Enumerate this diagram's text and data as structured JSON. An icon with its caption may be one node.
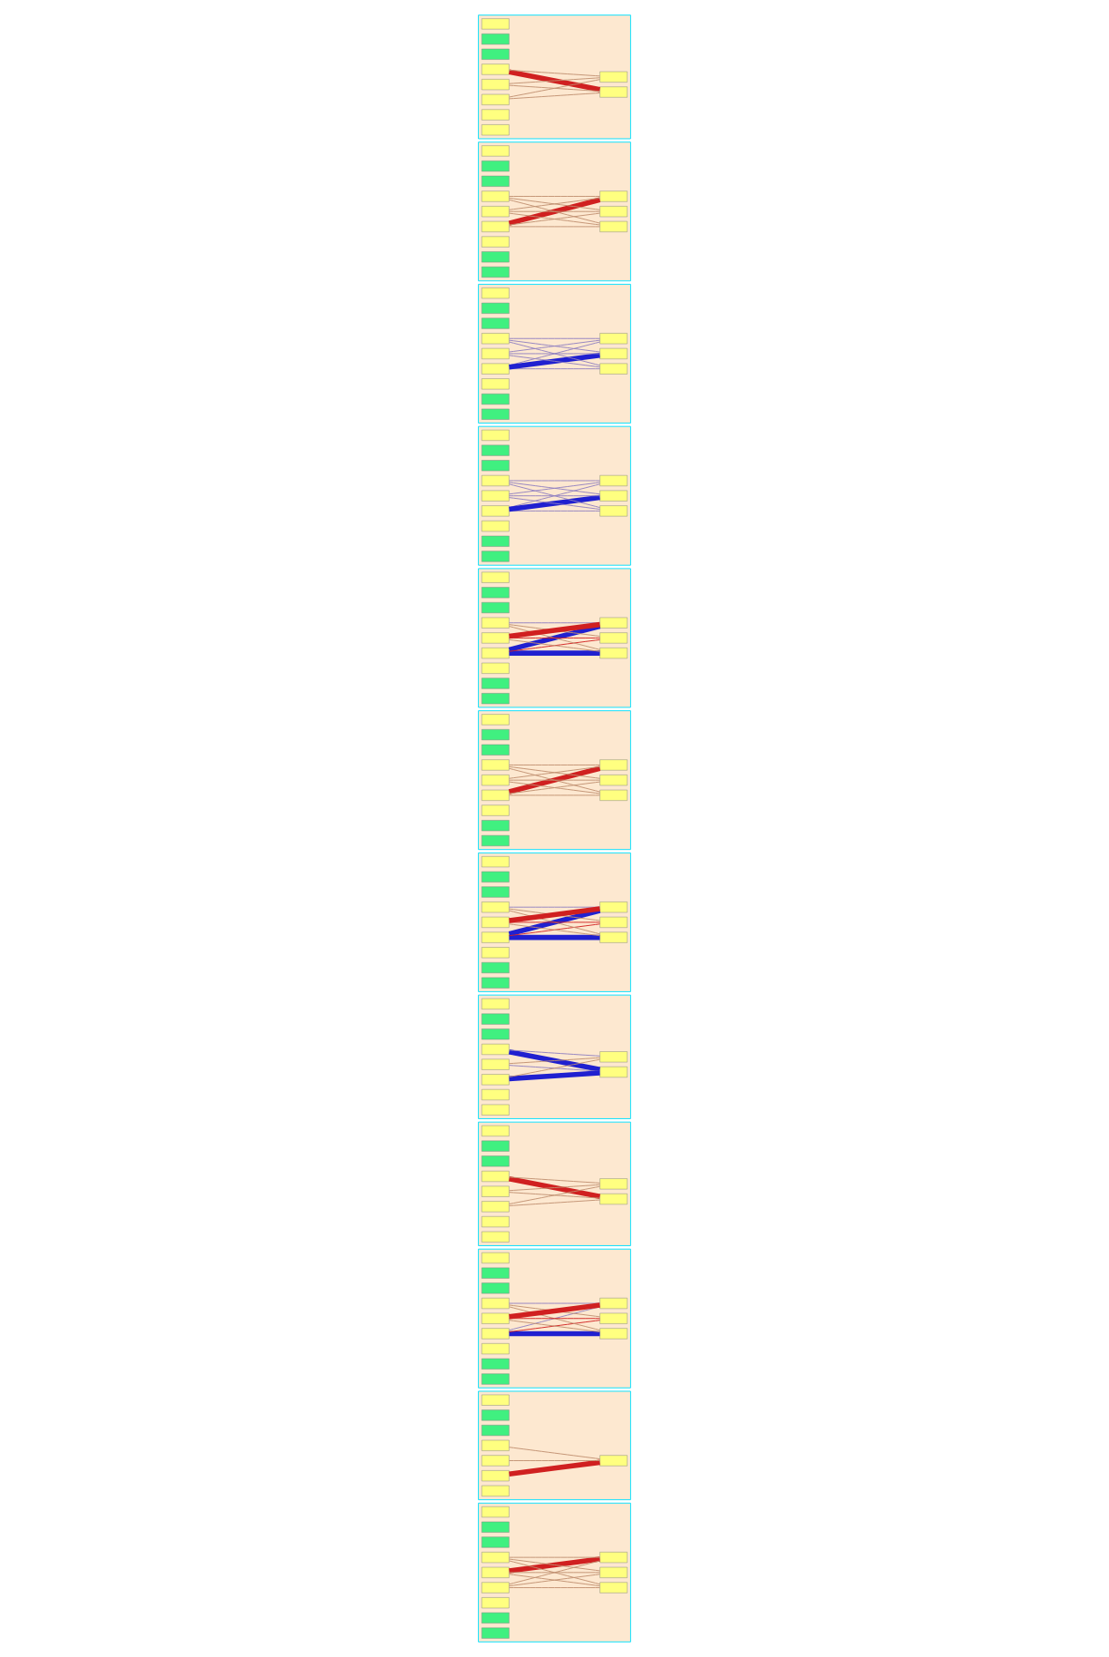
{
  "diagram": {
    "nodes": [
      {
        "text": [],
        "shape": "box"
      },
      {
        "text": [],
        "shape": "box",
        "in": 0
      },
      {
        "text": [],
        "shape": "box",
        "in": 0
      },
      {
        "text": [],
        "shape": "box",
        "in": 0
      },
      {
        "text": [],
        "shape": "box",
        "in": 0
      },
      {
        "text": [],
        "shape": "box",
        "in": 0
      },
      {
        "text": [],
        "shape": "box",
        "in": 0
      },
      {
        "text": [],
        "shape": "box",
        "in": 0
      },
      {
        "text": [],
        "shape": "box",
        "in": 0
      },
      {
        "text": [],
        "shape": "box",
        "in": 0
      },
      {
        "text": [],
        "shape": "box",
        "in": 0
      },
      {
        "text": [],
        "shape": "box"
      },
      {
        "text": [],
        "shape": "box",
        "in": 11
      },
      {
        "text": [],
        "shape": "box",
        "in": 11
      },
      {
        "text": [],
        "shape": "box",
        "in": 11
      },
      {
        "text": [],
        "shape": "box",
        "in": 11
      },
      {
        "text": [],
        "shape": "box",
        "in": 11
      },
      {
        "text": [],
        "shape": "box",
        "in": 11
      },
      {
        "text": [],
        "shape": "box",
        "in": 11
      },
      {
        "text": [],
        "shape": "box",
        "in": 11
      },
      {
        "text": [],
        "shape": "box",
        "in": 11
      },
      {
        "text": [],
        "shape": "box",
        "in": 11
      },
      {
        "text": [],
        "shape": "box",
        "in": 11
      },
      {
        "text": [],
        "shape": "box",
        "in": 11
      },
      {
        "text": [],
        "shape": "box"
      },
      {
        "text": [],
        "shape": "box",
        "in": 24
      },
      {
        "text": [],
        "shape": "box",
        "in": 24
      },
      {
        "text": [],
        "shape": "box",
        "in": 24
      },
      {
        "text": [],
        "shape": "box",
        "in": 24
      },
      {
        "text": [],
        "shape": "box",
        "in": 24
      },
      {
        "text": [],
        "shape": "box",
        "in": 24
      },
      {
        "text": [],
        "shape": "box",
        "in": 24
      },
      {
        "text": [],
        "shape": "box",
        "in": 24
      },
      {
        "text": [],
        "shape": "box",
        "in": 24
      },
      {
        "text": [],
        "shape": "box",
        "in": 24
      },
      {
        "text": [],
        "shape": "box",
        "in": 24
      },
      {
        "text": [],
        "shape": "box",
        "in": 24
      },
      {
        "text": [],
        "shape": "box"
      },
      {
        "text": [],
        "shape": "box",
        "in": 37
      },
      {
        "text": [],
        "shape": "box",
        "in": 37
      },
      {
        "text": [],
        "shape": "box",
        "in": 37
      },
      {
        "text": [],
        "shape": "box",
        "in": 37
      },
      {
        "text": [],
        "shape": "box",
        "in": 37
      },
      {
        "text": [],
        "shape": "box",
        "in": 37
      },
      {
        "text": [],
        "shape": "box",
        "in": 37
      },
      {
        "text": [],
        "shape": "box",
        "in": 37
      },
      {
        "text": [],
        "shape": "box",
        "in": 37
      },
      {
        "text": [],
        "shape": "box",
        "in": 37
      },
      {
        "text": [],
        "shape": "box",
        "in": 37
      },
      {
        "text": [],
        "shape": "box",
        "in": 37
      },
      {
        "text": [],
        "shape": "box"
      },
      {
        "text": [],
        "shape": "box",
        "in": 50
      },
      {
        "text": [],
        "shape": "box",
        "in": 50
      },
      {
        "text": [],
        "shape": "box",
        "in": 50
      },
      {
        "text": [],
        "shape": "box",
        "in": 50
      },
      {
        "text": [],
        "shape": "box",
        "in": 50
      },
      {
        "text": [],
        "shape": "box",
        "in": 50
      },
      {
        "text": [],
        "shape": "box",
        "in": 50
      },
      {
        "text": [],
        "shape": "box",
        "in": 50
      },
      {
        "text": [],
        "shape": "box",
        "in": 50
      },
      {
        "text": [],
        "shape": "box",
        "in": 50
      },
      {
        "text": [],
        "shape": "box",
        "in": 50
      },
      {
        "text": [],
        "shape": "box",
        "in": 50
      },
      {
        "text": [],
        "shape": "box"
      },
      {
        "text": [],
        "shape": "box",
        "in": 63
      },
      {
        "text": [],
        "shape": "box",
        "in": 63
      },
      {
        "text": [],
        "shape": "box",
        "in": 63
      },
      {
        "text": [],
        "shape": "box",
        "in": 63
      },
      {
        "text": [],
        "shape": "box",
        "in": 63
      },
      {
        "text": [],
        "shape": "box",
        "in": 63
      },
      {
        "text": [],
        "shape": "box",
        "in": 63
      },
      {
        "text": [],
        "shape": "box",
        "in": 63
      },
      {
        "text": [],
        "shape": "box",
        "in": 63
      },
      {
        "text": [],
        "shape": "box",
        "in": 63
      },
      {
        "text": [],
        "shape": "box",
        "in": 63
      },
      {
        "text": [],
        "shape": "box",
        "in": 63
      },
      {
        "text": [],
        "shape": "box"
      },
      {
        "text": [],
        "shape": "box",
        "in": 76
      },
      {
        "text": [],
        "shape": "box",
        "in": 76
      },
      {
        "text": [],
        "shape": "box",
        "in": 76
      },
      {
        "text": [],
        "shape": "box",
        "in": 76
      },
      {
        "text": [],
        "shape": "box",
        "in": 76
      },
      {
        "text": [],
        "shape": "box",
        "in": 76
      },
      {
        "text": [],
        "shape": "box",
        "in": 76
      },
      {
        "text": [],
        "shape": "box",
        "in": 76
      },
      {
        "text": [],
        "shape": "box",
        "in": 76
      },
      {
        "text": [],
        "shape": "box",
        "in": 76
      },
      {
        "text": [],
        "shape": "box",
        "in": 76
      },
      {
        "text": [],
        "shape": "box",
        "in": 76
      },
      {
        "text": [],
        "shape": "box"
      },
      {
        "text": [],
        "shape": "box",
        "in": 89
      },
      {
        "text": [],
        "shape": "box",
        "in": 89
      },
      {
        "text": [],
        "shape": "box",
        "in": 89
      },
      {
        "text": [],
        "shape": "box",
        "in": 89
      },
      {
        "text": [],
        "shape": "box",
        "in": 89
      },
      {
        "text": [],
        "shape": "box",
        "in": 89
      },
      {
        "text": [],
        "shape": "box",
        "in": 89
      },
      {
        "text": [],
        "shape": "box",
        "in": 89
      },
      {
        "text": [],
        "shape": "box",
        "in": 89
      },
      {
        "text": [],
        "shape": "box",
        "in": 89
      },
      {
        "text": [],
        "shape": "box"
      },
      {
        "text": [],
        "shape": "box",
        "in": 100
      },
      {
        "text": [],
        "shape": "box",
        "in": 100
      },
      {
        "text": [],
        "shape": "box",
        "in": 100
      },
      {
        "text": [],
        "shape": "box",
        "in": 100
      },
      {
        "text": [],
        "shape": "box",
        "in": 100
      },
      {
        "text": [],
        "shape": "box",
        "in": 100
      },
      {
        "text": [],
        "shape": "box",
        "in": 100
      },
      {
        "text": [],
        "shape": "box",
        "in": 100
      },
      {
        "text": [],
        "shape": "box",
        "in": 100
      },
      {
        "text": [],
        "shape": "box",
        "in": 100
      },
      {
        "text": [],
        "shape": "box"
      },
      {
        "text": [],
        "shape": "box",
        "in": 111
      },
      {
        "text": [],
        "shape": "box",
        "in": 111
      },
      {
        "text": [],
        "shape": "box",
        "in": 111
      },
      {
        "text": [],
        "shape": "box",
        "in": 111
      },
      {
        "text": [],
        "shape": "box",
        "in": 111
      },
      {
        "text": [],
        "shape": "box",
        "in": 111
      },
      {
        "text": [],
        "shape": "box",
        "in": 111
      },
      {
        "text": [],
        "shape": "box",
        "in": 111
      },
      {
        "text": [],
        "shape": "box",
        "in": 111
      },
      {
        "text": [],
        "shape": "box",
        "in": 111
      },
      {
        "text": [],
        "shape": "box",
        "in": 111
      },
      {
        "text": [],
        "shape": "box",
        "in": 111
      },
      {
        "text": [],
        "shape": "box"
      },
      {
        "text": [],
        "shape": "box",
        "in": 124
      },
      {
        "text": [],
        "shape": "box",
        "in": 124
      },
      {
        "text": [],
        "shape": "box",
        "in": 124
      },
      {
        "text": [],
        "shape": "box",
        "in": 124
      },
      {
        "text": [],
        "shape": "box",
        "in": 124
      },
      {
        "text": [],
        "shape": "box",
        "in": 124
      },
      {
        "text": [],
        "shape": "box",
        "in": 124
      },
      {
        "text": [],
        "shape": "box",
        "in": 124
      },
      {
        "text": [],
        "shape": "box"
      },
      {
        "text": [],
        "shape": "box",
        "in": 133
      },
      {
        "text": [],
        "shape": "box",
        "in": 133
      },
      {
        "text": [],
        "shape": "box",
        "in": 133
      },
      {
        "text": [],
        "shape": "box",
        "in": 133
      },
      {
        "text": [],
        "shape": "box",
        "in": 133
      },
      {
        "text": [],
        "shape": "box",
        "in": 133
      },
      {
        "text": [],
        "shape": "box",
        "in": 133
      },
      {
        "text": [],
        "shape": "box",
        "in": 133
      },
      {
        "text": [],
        "shape": "box",
        "in": 133
      },
      {
        "text": [],
        "shape": "box",
        "in": 133
      },
      {
        "text": [],
        "shape": "box",
        "in": 133
      },
      {
        "text": [],
        "shape": "box",
        "in": 133
      }
    ],
    "edges": [
      {
        "from": 4,
        "to": 7,
        "arrow": "none",
        "style": "thick",
        "color": "#d02020"
      },
      {
        "from": 4,
        "to": 8,
        "arrow": "none"
      },
      {
        "from": 5,
        "to": 7,
        "arrow": "none"
      },
      {
        "from": 5,
        "to": 8,
        "arrow": "none"
      },
      {
        "from": 6,
        "to": 7,
        "arrow": "none"
      },
      {
        "from": 6,
        "to": 8,
        "arrow": "none"
      },
      {
        "from": 15,
        "to": 18,
        "arrow": "none",
        "style": "thick",
        "color": "#d02020"
      },
      {
        "from": 15,
        "to": 19,
        "arrow": "none"
      },
      {
        "from": 15,
        "to": 20,
        "arrow": "none"
      },
      {
        "from": 16,
        "to": 18,
        "arrow": "none"
      },
      {
        "from": 16,
        "to": 19,
        "arrow": "none"
      },
      {
        "from": 16,
        "to": 20,
        "arrow": "none"
      },
      {
        "from": 17,
        "to": 18,
        "arrow": "none"
      },
      {
        "from": 17,
        "to": 19,
        "arrow": "none"
      },
      {
        "from": 17,
        "to": 20,
        "arrow": "none"
      },
      {
        "from": 28,
        "to": 31,
        "arrow": "none",
        "color": "#9080c0"
      },
      {
        "from": 28,
        "to": 32,
        "arrow": "none",
        "color": "#9080c0"
      },
      {
        "from": 28,
        "to": 33,
        "arrow": "none",
        "style": "thick",
        "color": "#2020d0"
      },
      {
        "from": 29,
        "to": 31,
        "arrow": "none",
        "color": "#9080c0"
      },
      {
        "from": 29,
        "to": 32,
        "arrow": "none",
        "color": "#9080c0"
      },
      {
        "from": 29,
        "to": 33,
        "arrow": "none",
        "color": "#9080c0"
      },
      {
        "from": 30,
        "to": 31,
        "arrow": "none",
        "color": "#9080c0"
      },
      {
        "from": 30,
        "to": 32,
        "arrow": "none",
        "color": "#9080c0"
      },
      {
        "from": 30,
        "to": 33,
        "arrow": "none",
        "color": "#9080c0"
      },
      {
        "from": 41,
        "to": 44,
        "arrow": "none",
        "color": "#9080c0"
      },
      {
        "from": 41,
        "to": 45,
        "arrow": "none",
        "color": "#9080c0"
      },
      {
        "from": 41,
        "to": 46,
        "arrow": "none",
        "style": "thick",
        "color": "#2020d0"
      },
      {
        "from": 42,
        "to": 44,
        "arrow": "none",
        "color": "#9080c0"
      },
      {
        "from": 42,
        "to": 45,
        "arrow": "none",
        "color": "#9080c0"
      },
      {
        "from": 42,
        "to": 46,
        "arrow": "none",
        "color": "#9080c0"
      },
      {
        "from": 43,
        "to": 44,
        "arrow": "none",
        "color": "#9080c0"
      },
      {
        "from": 43,
        "to": 45,
        "arrow": "none",
        "color": "#9080c0"
      },
      {
        "from": 43,
        "to": 46,
        "arrow": "none",
        "color": "#9080c0"
      },
      {
        "from": 54,
        "to": 57,
        "arrow": "none",
        "style": "thick",
        "color": "#2020d0"
      },
      {
        "from": 54,
        "to": 58,
        "arrow": "none",
        "style": "thick",
        "color": "#2020d0"
      },
      {
        "from": 54,
        "to": 59,
        "arrow": "none",
        "color": "#d02020"
      },
      {
        "from": 55,
        "to": 57,
        "arrow": "none",
        "color": "#9080c0"
      },
      {
        "from": 55,
        "to": 58,
        "arrow": "none"
      },
      {
        "from": 55,
        "to": 59,
        "arrow": "none"
      },
      {
        "from": 56,
        "to": 57,
        "arrow": "none",
        "style": "thick",
        "color": "#d02020"
      },
      {
        "from": 56,
        "to": 58,
        "arrow": "none"
      },
      {
        "from": 56,
        "to": 59,
        "arrow": "none",
        "color": "#d02020"
      },
      {
        "from": 67,
        "to": 70,
        "arrow": "none",
        "style": "thick",
        "color": "#d02020"
      },
      {
        "from": 67,
        "to": 71,
        "arrow": "none"
      },
      {
        "from": 67,
        "to": 72,
        "arrow": "none"
      },
      {
        "from": 68,
        "to": 70,
        "arrow": "none"
      },
      {
        "from": 68,
        "to": 71,
        "arrow": "none"
      },
      {
        "from": 68,
        "to": 72,
        "arrow": "none"
      },
      {
        "from": 69,
        "to": 70,
        "arrow": "none"
      },
      {
        "from": 69,
        "to": 71,
        "arrow": "none"
      },
      {
        "from": 69,
        "to": 72,
        "arrow": "none"
      },
      {
        "from": 80,
        "to": 83,
        "arrow": "none",
        "style": "thick",
        "color": "#2020d0"
      },
      {
        "from": 80,
        "to": 84,
        "arrow": "none",
        "style": "thick",
        "color": "#2020d0"
      },
      {
        "from": 80,
        "to": 85,
        "arrow": "none",
        "color": "#d02020"
      },
      {
        "from": 81,
        "to": 83,
        "arrow": "none",
        "color": "#9080c0"
      },
      {
        "from": 81,
        "to": 84,
        "arrow": "none"
      },
      {
        "from": 81,
        "to": 85,
        "arrow": "none"
      },
      {
        "from": 82,
        "to": 83,
        "arrow": "none",
        "style": "thick",
        "color": "#d02020"
      },
      {
        "from": 82,
        "to": 84,
        "arrow": "none"
      },
      {
        "from": 82,
        "to": 85,
        "arrow": "none",
        "color": "#d02020"
      },
      {
        "from": 93,
        "to": 96,
        "arrow": "none",
        "style": "thick",
        "color": "#2020d0"
      },
      {
        "from": 93,
        "to": 97,
        "arrow": "none",
        "color": "#9080c0"
      },
      {
        "from": 94,
        "to": 96,
        "arrow": "none",
        "color": "#9080c0"
      },
      {
        "from": 94,
        "to": 97,
        "arrow": "none"
      },
      {
        "from": 95,
        "to": 96,
        "arrow": "none",
        "style": "thick",
        "color": "#2020d0"
      },
      {
        "from": 95,
        "to": 97,
        "arrow": "none"
      },
      {
        "from": 104,
        "to": 107,
        "arrow": "none",
        "style": "thick",
        "color": "#d02020"
      },
      {
        "from": 104,
        "to": 108,
        "arrow": "none"
      },
      {
        "from": 105,
        "to": 107,
        "arrow": "none"
      },
      {
        "from": 105,
        "to": 108,
        "arrow": "none"
      },
      {
        "from": 106,
        "to": 107,
        "arrow": "none"
      },
      {
        "from": 106,
        "to": 108,
        "arrow": "none"
      },
      {
        "from": 115,
        "to": 118,
        "arrow": "none",
        "color": "#9080c0"
      },
      {
        "from": 115,
        "to": 119,
        "arrow": "none",
        "style": "thick",
        "color": "#2020d0"
      },
      {
        "from": 115,
        "to": 120,
        "arrow": "none",
        "color": "#d02020"
      },
      {
        "from": 116,
        "to": 118,
        "arrow": "none",
        "color": "#9080c0"
      },
      {
        "from": 116,
        "to": 119,
        "arrow": "none"
      },
      {
        "from": 116,
        "to": 120,
        "arrow": "none"
      },
      {
        "from": 117,
        "to": 118,
        "arrow": "none",
        "style": "thick",
        "color": "#d02020"
      },
      {
        "from": 117,
        "to": 119,
        "arrow": "none"
      },
      {
        "from": 117,
        "to": 120,
        "arrow": "none",
        "color": "#d02020"
      },
      {
        "from": 128,
        "to": 131,
        "arrow": "none",
        "style": "thick",
        "color": "#d02020"
      },
      {
        "from": 129,
        "to": 131,
        "arrow": "none"
      },
      {
        "from": 130,
        "to": 131,
        "arrow": "none"
      },
      {
        "from": 137,
        "to": 140,
        "arrow": "none",
        "style": "thick",
        "color": "#d02020"
      },
      {
        "from": 137,
        "to": 141,
        "arrow": "none"
      },
      {
        "from": 137,
        "to": 142,
        "arrow": "none"
      },
      {
        "from": 138,
        "to": 140,
        "arrow": "none"
      },
      {
        "from": 138,
        "to": 141,
        "arrow": "none"
      },
      {
        "from": 138,
        "to": 142,
        "arrow": "none"
      },
      {
        "from": 139,
        "to": 140,
        "arrow": "none"
      },
      {
        "from": 139,
        "to": 141,
        "arrow": "none"
      },
      {
        "from": 139,
        "to": 142,
        "arrow": "none"
      }
    ]
  }
}
